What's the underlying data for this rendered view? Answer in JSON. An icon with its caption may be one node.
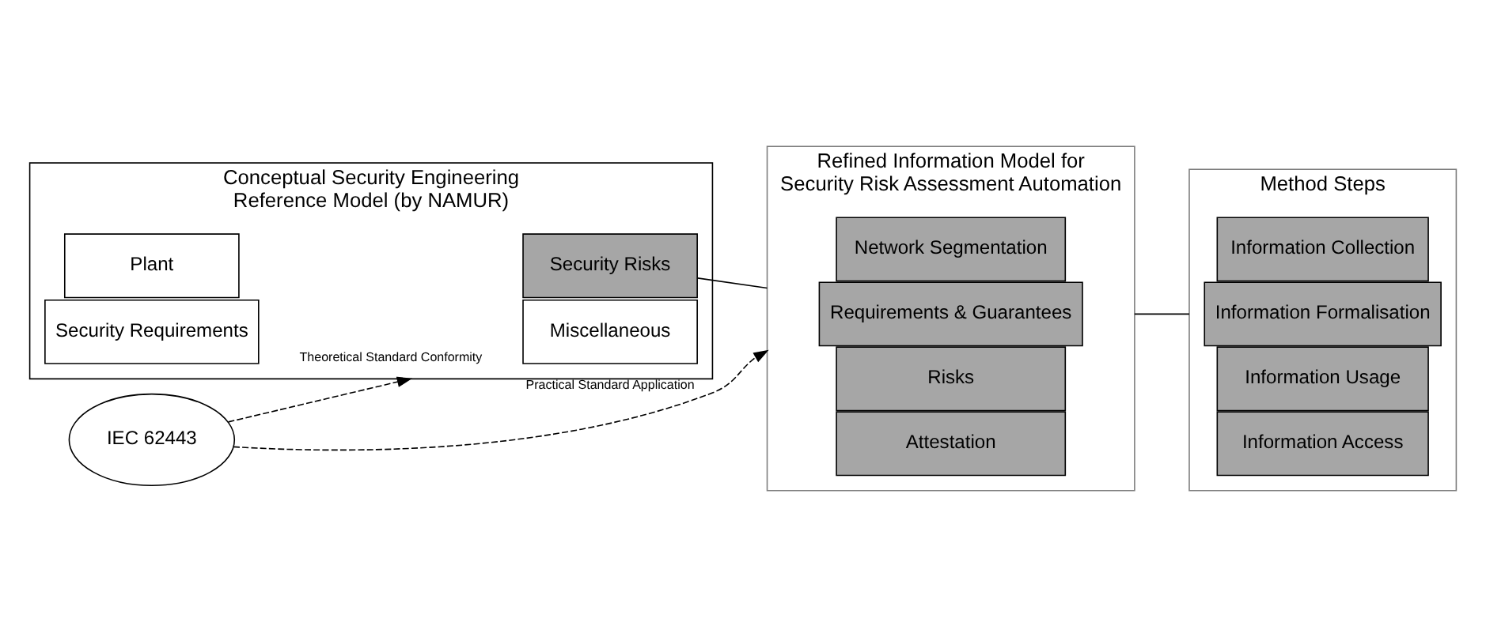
{
  "diagram": {
    "nodes": [
      {
        "text": [
          "Conceptual Security Engineering Reference Model (by NAMUR)"
        ]
      },
      {
        "text": [
          "Security Requirements"
        ],
        "in": 0
      },
      {
        "text": [
          "Miscellaneous"
        ],
        "in": 0
      },
      {
        "text": [
          "Plant"
        ],
        "in": 0
      },
      {
        "text": [
          "Security Risks"
        ],
        "in": 0
      },
      {
        "text": [
          "Refined Information Model for Security Risk Assessment Automation"
        ]
      },
      {
        "text": [
          "Network Segmentation"
        ],
        "in": 5
      },
      {
        "text": [
          "Requirements & Guarantees"
        ],
        "in": 5
      },
      {
        "text": [
          "Risks"
        ],
        "in": 5
      },
      {
        "text": [
          "Attestation"
        ],
        "in": 5
      },
      {
        "text": [
          "Method Steps"
        ]
      },
      {
        "text": [
          "Information Collection"
        ],
        "in": 10
      },
      {
        "text": [
          "Information Formalisation"
        ],
        "in": 10
      },
      {
        "text": [
          "Information Usage"
        ],
        "in": 10
      },
      {
        "text": [
          "Information Access"
        ],
        "in": 10
      },
      {
        "text": [
          "IEC 62443"
        ]
      }
    ],
    "edges": [
      {
        "from": 4,
        "to": 5,
        "arrow": "none"
      },
      {
        "from": 5,
        "to": 10,
        "arrow": "none"
      },
      {
        "from": 15,
        "to": 0,
        "arrow": "to",
        "label": "Theoretical Standard Conformity",
        "style": "dashed"
      },
      {
        "from": 15,
        "to": 5,
        "arrow": "to",
        "label": "Practical Standard Application",
        "style": "dashed"
      }
    ]
  }
}
